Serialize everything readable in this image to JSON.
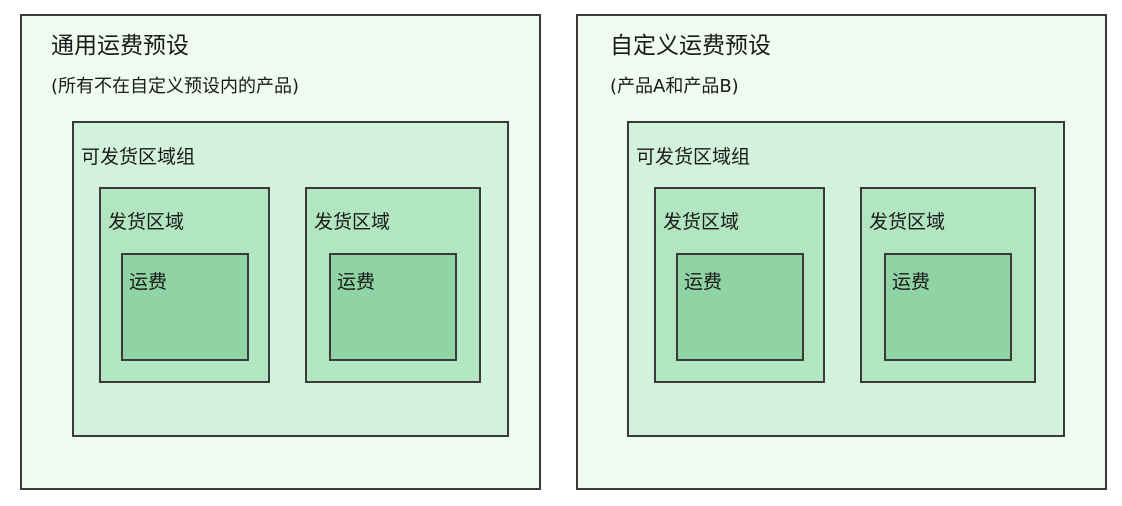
{
  "profiles": [
    {
      "title": "通用运费预设",
      "subtitle": "(所有不在自定义预设内的产品)",
      "group_label": "可发货区域组",
      "zones": [
        {
          "label": "发货区域",
          "rate_label": "运费"
        },
        {
          "label": "发货区域",
          "rate_label": "运费"
        }
      ]
    },
    {
      "title": "自定义运费预设",
      "subtitle": "(产品A和产品B)",
      "group_label": "可发货区域组",
      "zones": [
        {
          "label": "发货区域",
          "rate_label": "运费"
        },
        {
          "label": "发货区域",
          "rate_label": "运费"
        }
      ]
    }
  ],
  "colors": {
    "profile_bg": "#effaf0",
    "group_bg": "#d3f2dc",
    "zone_bg": "#b2e6c0",
    "rate_bg": "#90d3a4",
    "border": "#3a3a3a"
  }
}
